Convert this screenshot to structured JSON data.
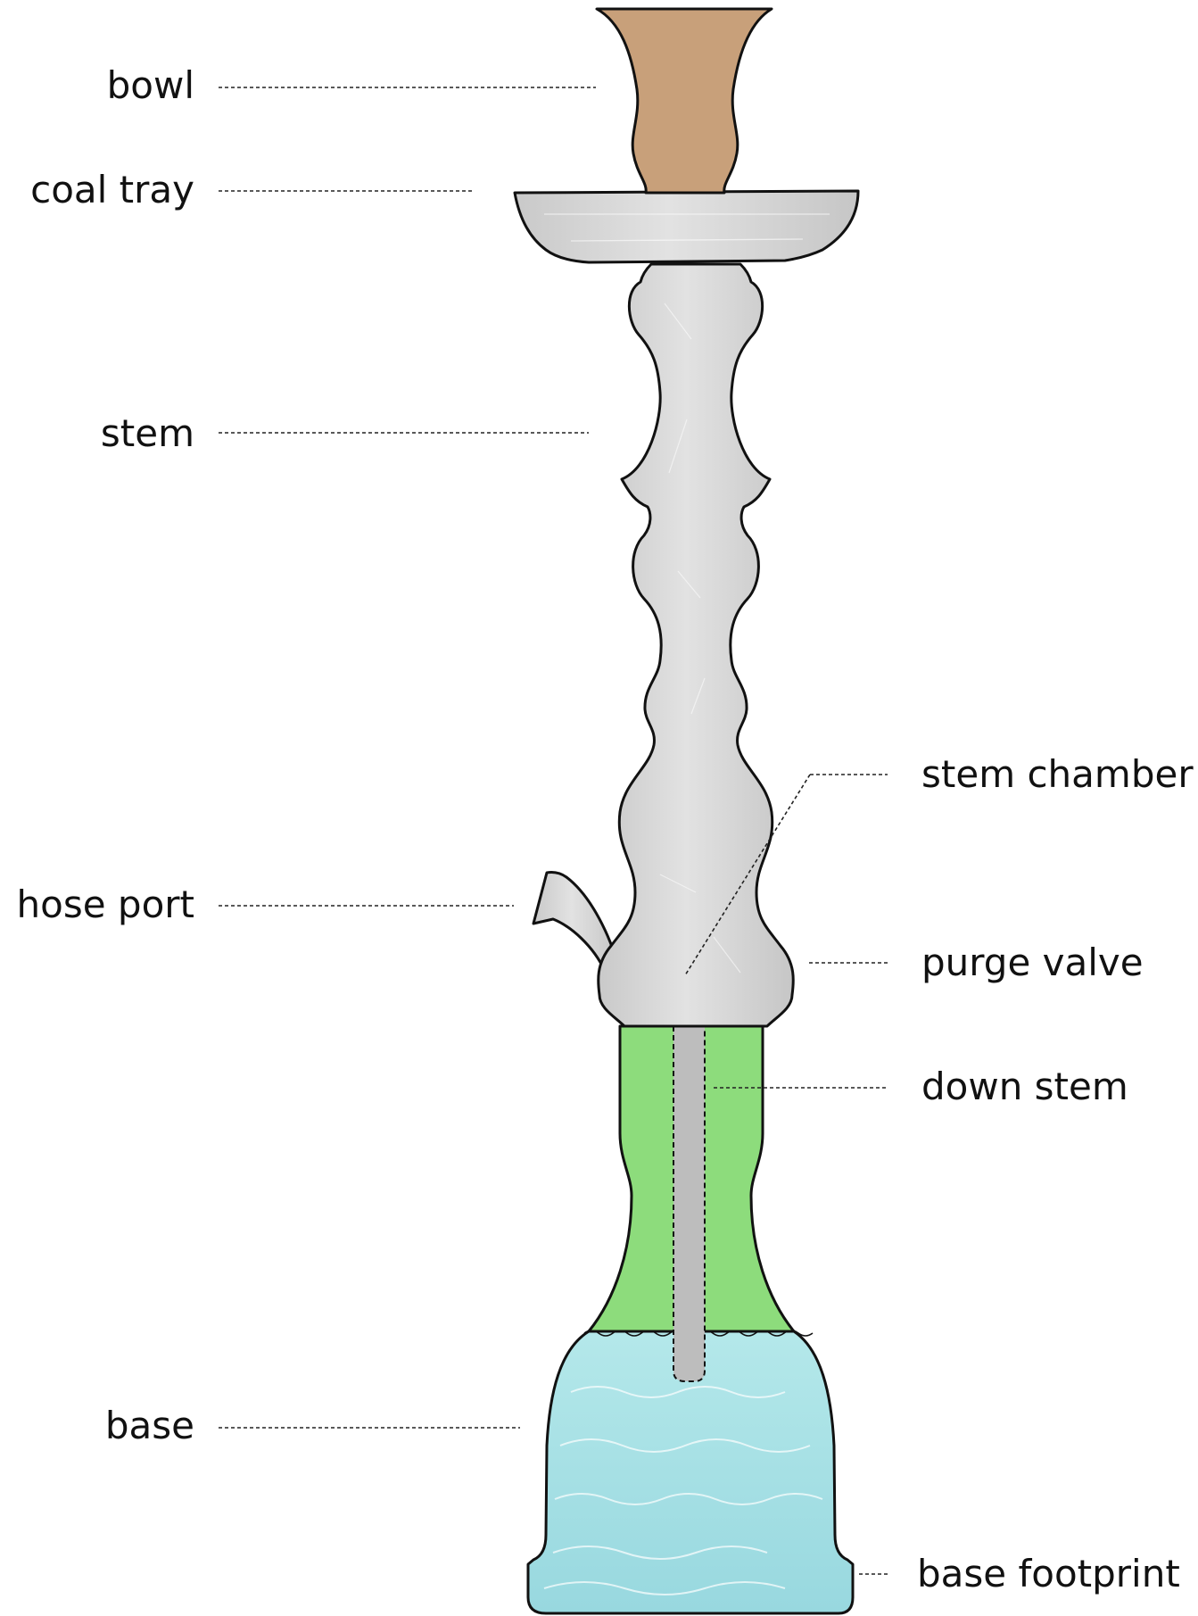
{
  "diagram": {
    "title": "Hookah parts",
    "labels": {
      "bowl": "bowl",
      "coal_tray": "coal tray",
      "stem": "stem",
      "stem_chamber": "stem chamber",
      "hose_port": "hose port",
      "purge_valve": "purge valve",
      "down_stem": "down stem",
      "base": "base",
      "base_footprint": "base footprint"
    },
    "colors": {
      "bowl": "#c8a07a",
      "metal": "#d6d6d6",
      "glass": "#8ddc7c",
      "water": "#a8e2e6",
      "outline": "#111111"
    }
  }
}
